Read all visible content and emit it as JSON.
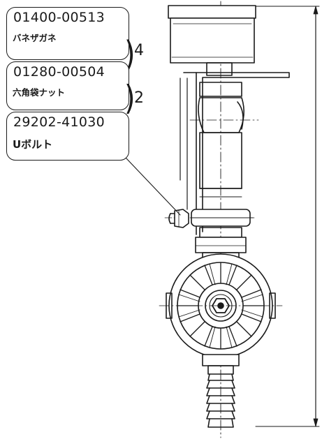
{
  "parts": [
    {
      "part_number": "01400-00513",
      "name": "バネザガネ",
      "quantity": "4"
    },
    {
      "part_number": "01280-00504",
      "name": "六角袋ナット",
      "quantity": "2"
    },
    {
      "part_number": "29202-41030",
      "name": "Uボルト",
      "quantity": ""
    }
  ],
  "colors": {
    "line": "#1a1a1a",
    "background": "#ffffff"
  }
}
